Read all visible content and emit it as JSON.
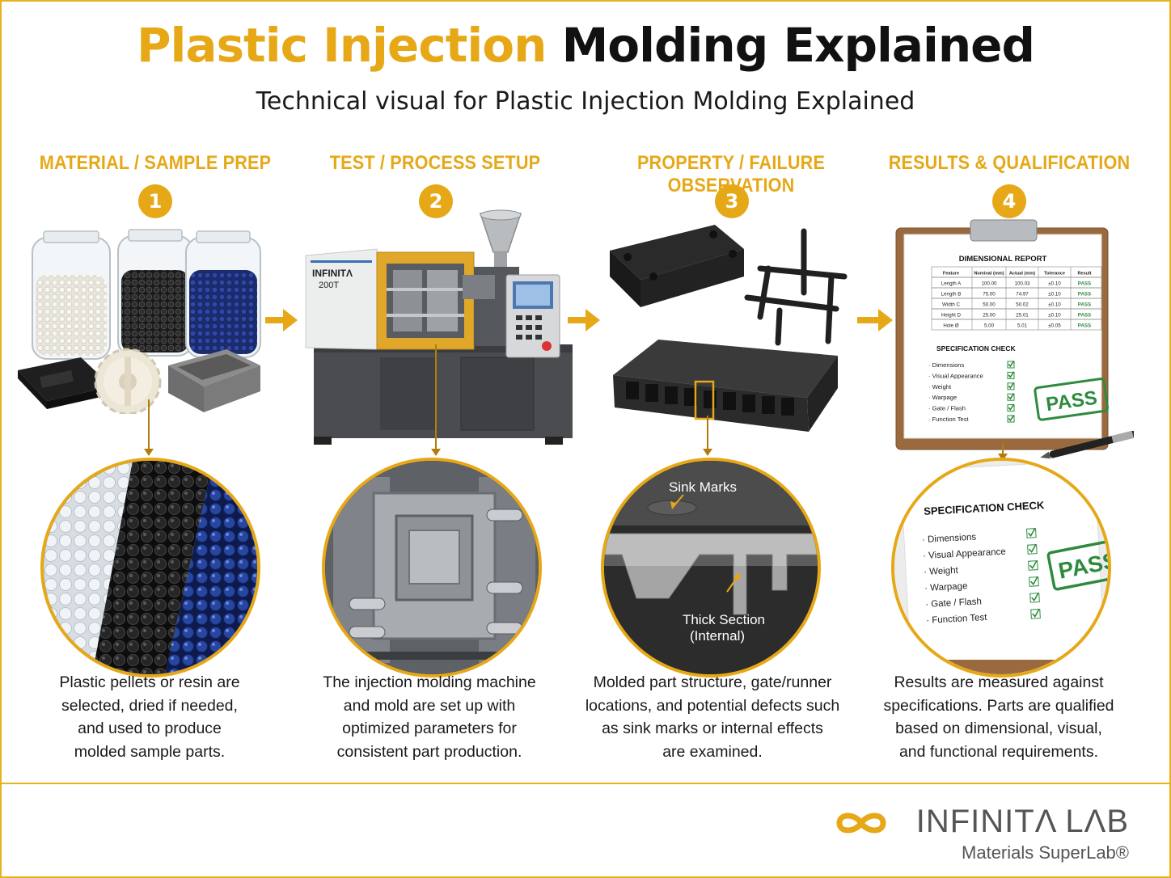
{
  "header": {
    "title_accent": "Plastic Injection",
    "title_rest": "Molding Explained",
    "subtitle": "Technical visual for Plastic Injection Molding Explained"
  },
  "steps": [
    {
      "number": "1",
      "heading": "MATERIAL / SAMPLE PREP",
      "description": [
        "Plastic pellets or resin are",
        "selected, dried if needed,",
        "and used to produce",
        "molded sample parts."
      ]
    },
    {
      "number": "2",
      "heading": "TEST / PROCESS SETUP",
      "description": [
        "The injection molding machine",
        "and mold are set up with",
        "optimized parameters for",
        "consistent part production."
      ],
      "machine_label": "INFINITΛ",
      "machine_model": "200T"
    },
    {
      "number": "3",
      "heading": "PROPERTY / FAILURE OBSERVATION",
      "description": [
        "Molded part structure, gate/runner",
        "locations, and potential defects such",
        "as sink marks or internal effects",
        "are examined."
      ],
      "callout_top": "Sink Marks",
      "callout_bottom_1": "Thick Section",
      "callout_bottom_2": "(Internal)"
    },
    {
      "number": "4",
      "heading": "RESULTS & QUALIFICATION",
      "description": [
        "Results are measured against",
        "specifications. Parts are qualified",
        "based on dimensional, visual,",
        "and functional requirements."
      ]
    }
  ],
  "report": {
    "title": "DIMENSIONAL REPORT",
    "columns": [
      "Feature",
      "Nominal (mm)",
      "Actual (mm)",
      "Tolerance",
      "Result"
    ],
    "rows": [
      [
        "Length A",
        "100.00",
        "100.03",
        "±0.10",
        "PASS"
      ],
      [
        "Length B",
        "75.00",
        "74.97",
        "±0.10",
        "PASS"
      ],
      [
        "Width C",
        "50.00",
        "50.02",
        "±0.10",
        "PASS"
      ],
      [
        "Height D",
        "25.00",
        "25.01",
        "±0.10",
        "PASS"
      ],
      [
        "Hole Ø",
        "5.00",
        "5.01",
        "±0.05",
        "PASS"
      ]
    ],
    "spec_title": "SPECIFICATION CHECK",
    "spec_items": [
      "Dimensions",
      "Visual Appearance",
      "Weight",
      "Warpage",
      "Gate / Flash",
      "Function Test"
    ],
    "stamp": "PASS"
  },
  "branding": {
    "name": "INFINITΛ LΛB",
    "tagline": "Materials SuperLab®"
  },
  "colors": {
    "accent": "#e6a817",
    "pass_green": "#2e8b3e",
    "text": "#1a1a1a"
  }
}
